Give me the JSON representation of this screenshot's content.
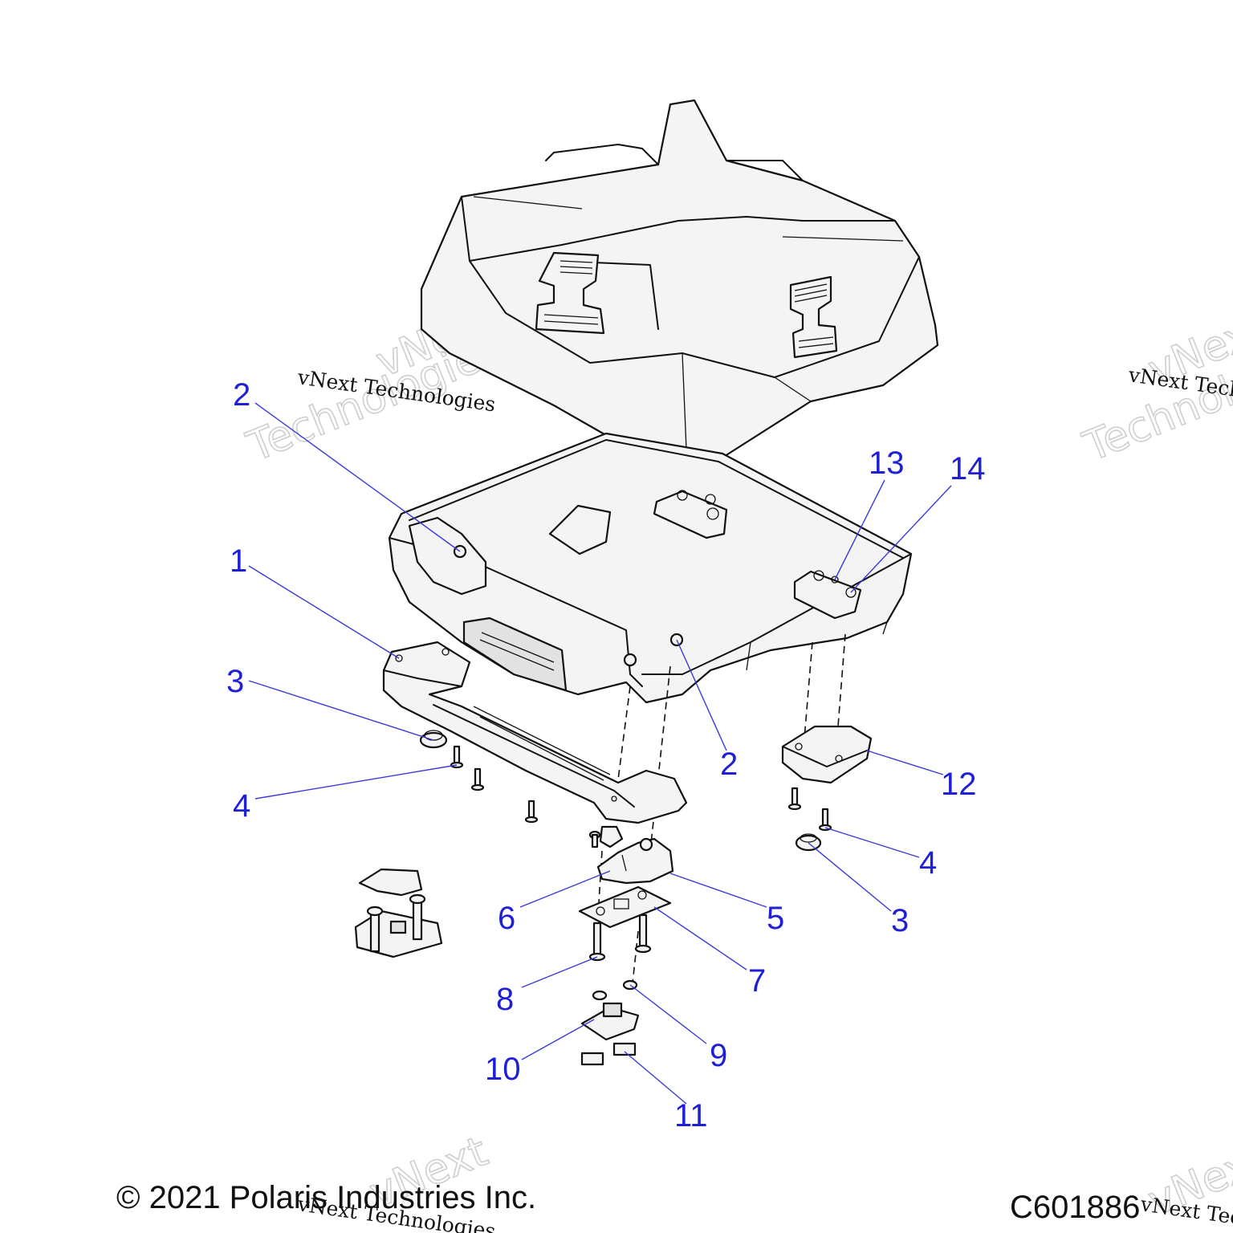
{
  "watermark": {
    "small": "vNext Technologies",
    "big_line1": "vNext",
    "big_line2": "Technologies"
  },
  "callouts": {
    "c1": "1",
    "c2a": "2",
    "c2b": "2",
    "c3a": "3",
    "c3b": "3",
    "c4a": "4",
    "c4b": "4",
    "c5": "5",
    "c6": "6",
    "c7": "7",
    "c8": "8",
    "c9": "9",
    "c10": "10",
    "c11": "11",
    "c12": "12",
    "c13": "13",
    "c14": "14"
  },
  "footer": {
    "copyright": "© 2021 Polaris Industries Inc.",
    "figure_id": "C601886"
  },
  "colors": {
    "callout": "#1f1fd6",
    "line_art": "#111111"
  }
}
